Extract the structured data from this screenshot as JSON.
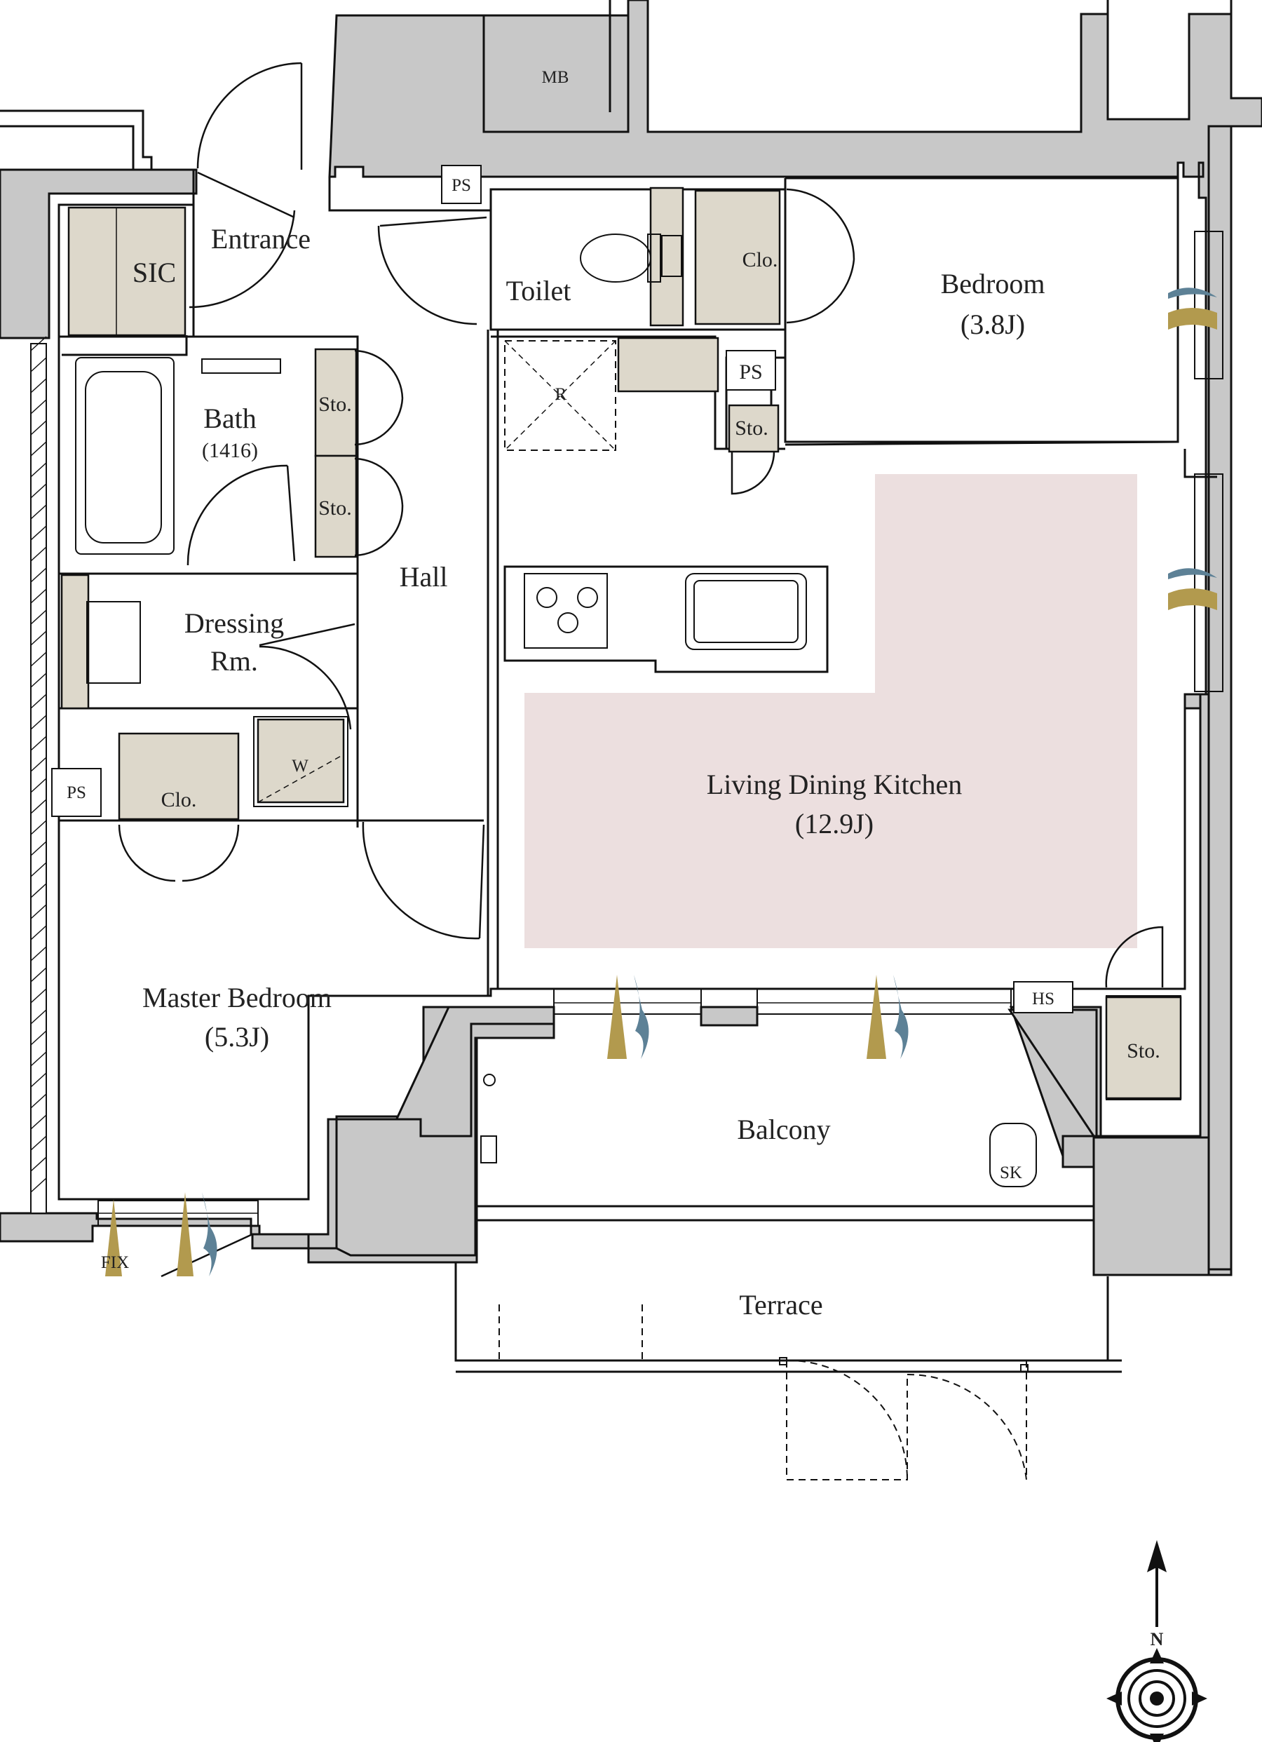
{
  "rooms": {
    "sic": "SIC",
    "entrance": "Entrance",
    "mb": "MB",
    "ps_top": "PS",
    "toilet": "Toilet",
    "clo_bedroom": "Clo.",
    "bedroom": "Bedroom",
    "bedroom_size": "(3.8J)",
    "bath": "Bath",
    "bath_size": "(1416)",
    "sto_1": "Sto.",
    "sto_2": "Sto.",
    "fridge": "R",
    "ps_kitchen": "PS",
    "sto_kitchen": "Sto.",
    "hall": "Hall",
    "dressing_1": "Dressing",
    "dressing_2": "Rm.",
    "washer": "W",
    "ps_left": "PS",
    "clo_master": "Clo.",
    "ldk": "Living Dining Kitchen",
    "ldk_size": "(12.9J)",
    "master": "Master Bedroom",
    "master_size": "(5.3J)",
    "hs": "HS",
    "sto_balcony": "Sto.",
    "balcony": "Balcony",
    "sk": "SK",
    "fix": "FIX",
    "terrace": "Terrace"
  },
  "compass": {
    "north": "N"
  },
  "colors": {
    "wall": "#c8c8c8",
    "storage": "#ddd8cb",
    "ldk_highlight": "#ecdfdf",
    "ventilation_gold": "#b29a4e",
    "ventilation_blue": "#5d8196"
  }
}
